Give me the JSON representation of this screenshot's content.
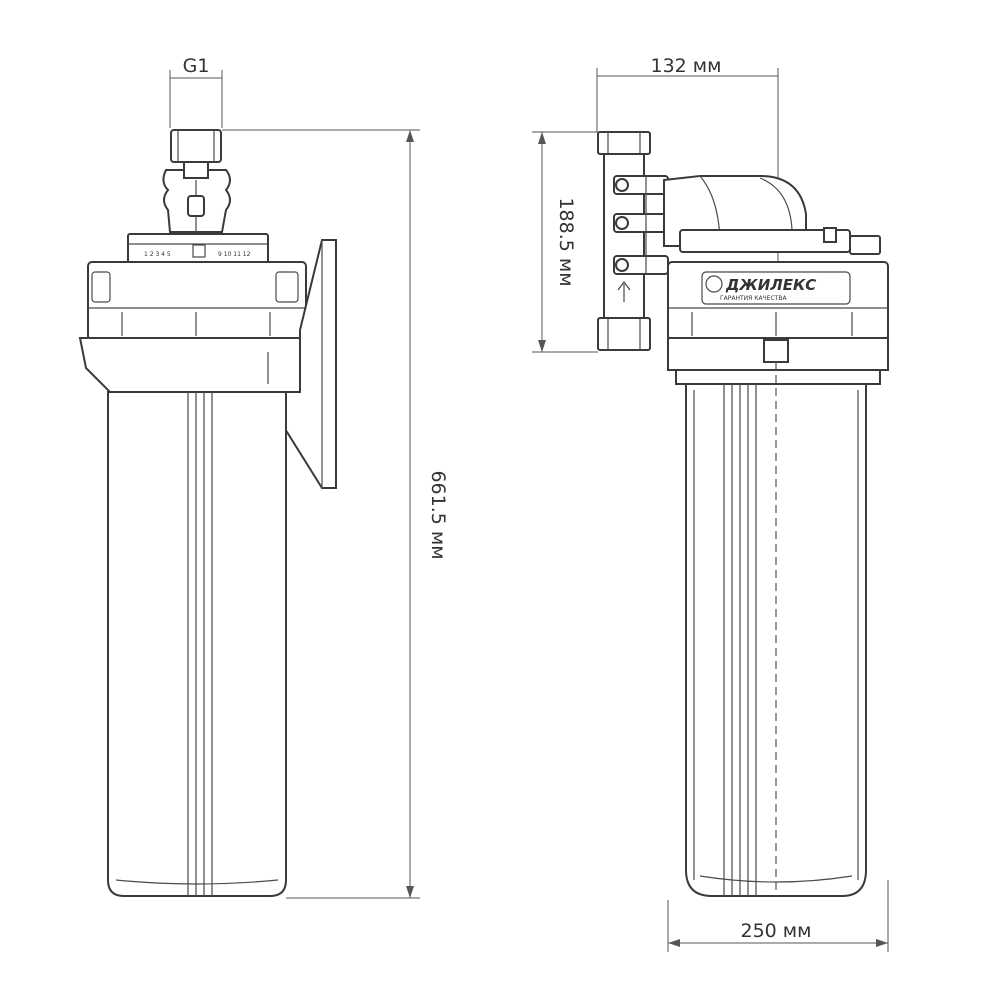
{
  "dimensions": {
    "thread_label": "G1",
    "top_width_label": "132 мм",
    "head_height_label": "188.5 мм",
    "total_height_label": "661.5 мм",
    "bottom_width_label": "250 мм"
  },
  "brand": {
    "logo_text": "ДЖИЛЕКС",
    "tagline": "ГАРАНТИЯ КАЧЕСТВА"
  },
  "valve_labels": {
    "left_scale": "1 2 3 4 5",
    "right_scale": "9 10 11 12"
  }
}
